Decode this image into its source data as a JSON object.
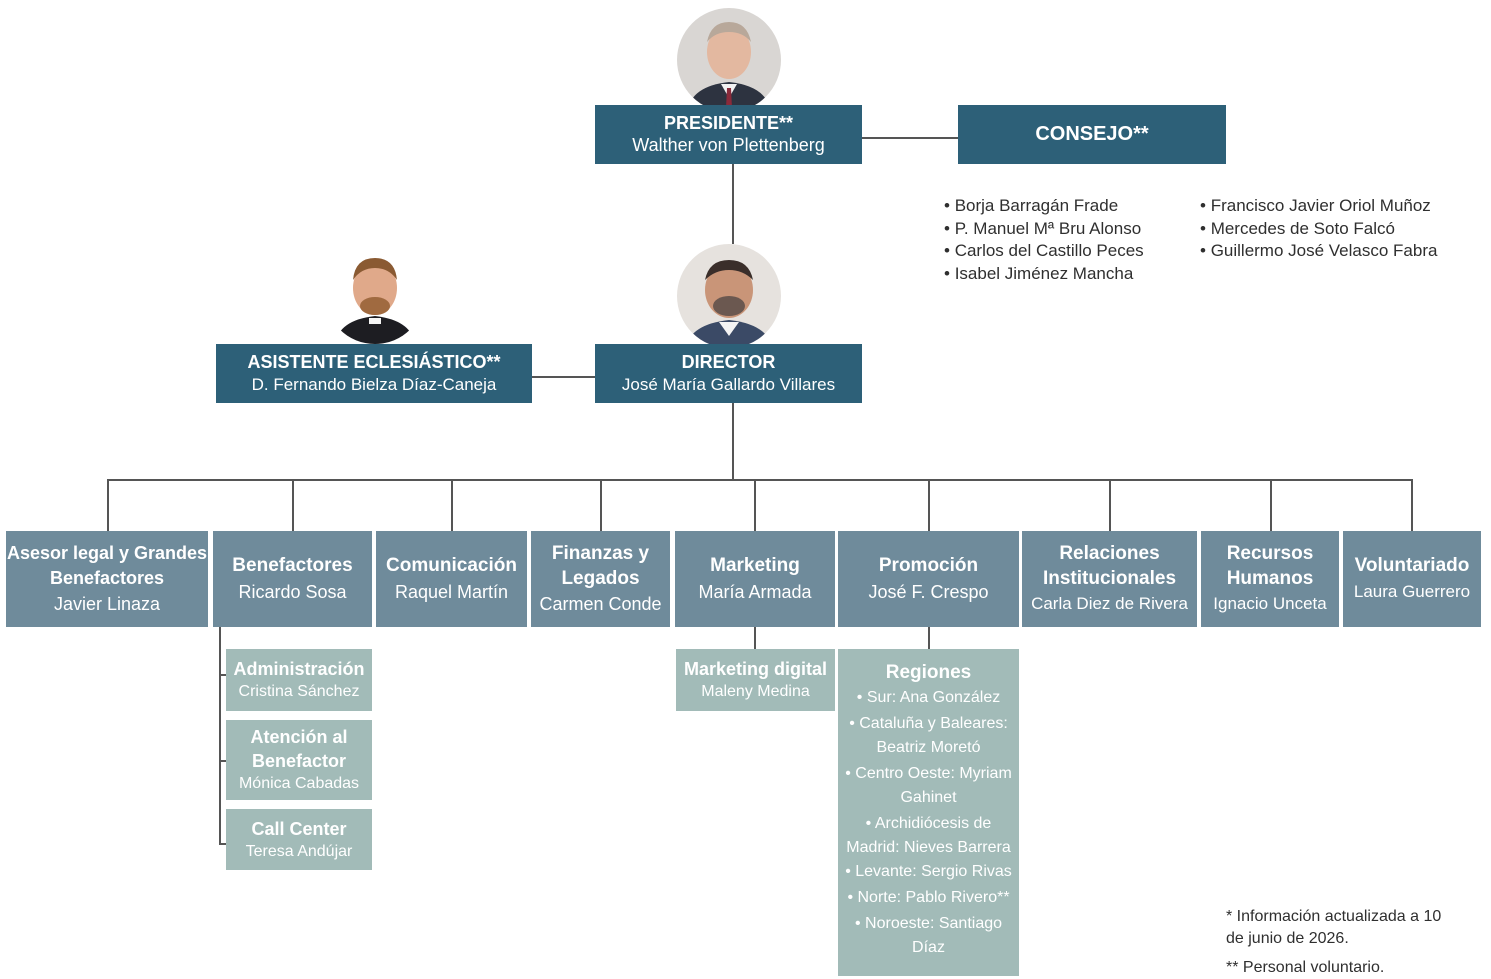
{
  "president": {
    "title": "PRESIDENTE**",
    "name": "Walther von Plettenberg"
  },
  "council": {
    "title": "CONSEJO**",
    "members_left": [
      "Borja Barragán Frade",
      "P. Manuel Mª Bru Alonso",
      "Carlos del Castillo Peces",
      "Isabel Jiménez Mancha"
    ],
    "members_right": [
      "Francisco Javier Oriol Muñoz",
      "Mercedes de Soto Falcó",
      "Guillermo José Velasco Fabra"
    ]
  },
  "director": {
    "title": "DIRECTOR",
    "name": "José María Gallardo Villares"
  },
  "assistant": {
    "title": "ASISTENTE ECLESIÁSTICO**",
    "name": "D. Fernando Bielza Díaz-Caneja"
  },
  "departments": [
    {
      "title": "Asesor legal y Grandes Benefactores",
      "name": "Javier Linaza"
    },
    {
      "title": "Benefactores",
      "name": "Ricardo Sosa"
    },
    {
      "title": "Comunicación",
      "name": "Raquel Martín"
    },
    {
      "title": "Finanzas y Legados",
      "name": "Carmen Conde"
    },
    {
      "title": "Marketing",
      "name": "María Armada"
    },
    {
      "title": "Promoción",
      "name": "José F. Crespo"
    },
    {
      "title": "Relaciones Institucionales",
      "name": "Carla Diez de Rivera"
    },
    {
      "title": "Recursos Humanos",
      "name": "Ignacio Unceta"
    },
    {
      "title": "Voluntariado",
      "name": "Laura Guerrero"
    }
  ],
  "benefactores_subunits": [
    {
      "title": "Administración",
      "name": "Cristina Sánchez"
    },
    {
      "title": "Atención al Benefactor",
      "name": "Mónica Cabadas"
    },
    {
      "title": "Call Center",
      "name": "Teresa Andújar"
    }
  ],
  "marketing_subunit": {
    "title": "Marketing digital",
    "name": "Maleny Medina"
  },
  "regions": {
    "title": "Regiones",
    "items": [
      "• Sur: Ana González",
      "• Cataluña y Baleares: Beatriz Moretó",
      "• Centro Oeste: Myriam Gahinet",
      "• Archidiócesis de Madrid: Nieves Barrera",
      "• Levante: Sergio Rivas",
      "• Norte: Pablo Rivero**",
      "• Noroeste: Santiago Díaz"
    ]
  },
  "notes": {
    "note1": "* Información actualizada a 10 de junio de 2026.",
    "note2": "** Personal voluntario."
  },
  "colors": {
    "dark": "#2d6078",
    "mid": "#6f8b9b",
    "light": "#a2bbb8",
    "line": "#555555"
  }
}
